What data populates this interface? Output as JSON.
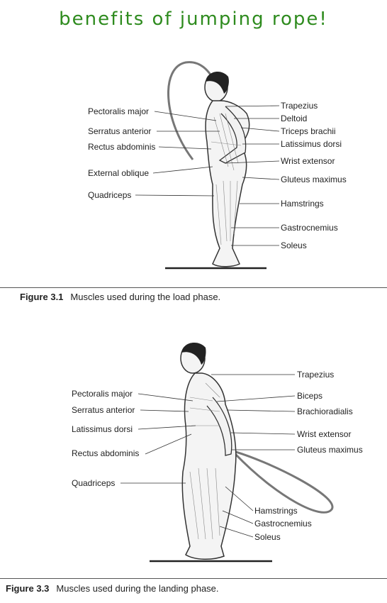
{
  "title": "benefits of jumping rope!",
  "figure1": {
    "number": "Figure 3.1",
    "caption": "Muscles used during the load phase.",
    "left_labels": [
      "Pectoralis major",
      "Serratus anterior",
      "Rectus abdominis",
      "External oblique",
      "Quadriceps"
    ],
    "right_labels": [
      "Trapezius",
      "Deltoid",
      "Triceps brachii",
      "Latissimus dorsi",
      "Wrist extensor",
      "Gluteus maximus",
      "Hamstrings",
      "Gastrocnemius",
      "Soleus"
    ]
  },
  "figure2": {
    "number": "Figure 3.3",
    "caption": "Muscles used during the landing phase.",
    "left_labels": [
      "Pectoralis major",
      "Serratus anterior",
      "Latissimus dorsi",
      "Rectus abdominis",
      "Quadriceps"
    ],
    "right_labels": [
      "Trapezius",
      "Biceps",
      "Brachioradialis",
      "Wrist extensor",
      "Gluteus maximus",
      "Hamstrings",
      "Gastrocnemius",
      "Soleus"
    ]
  }
}
